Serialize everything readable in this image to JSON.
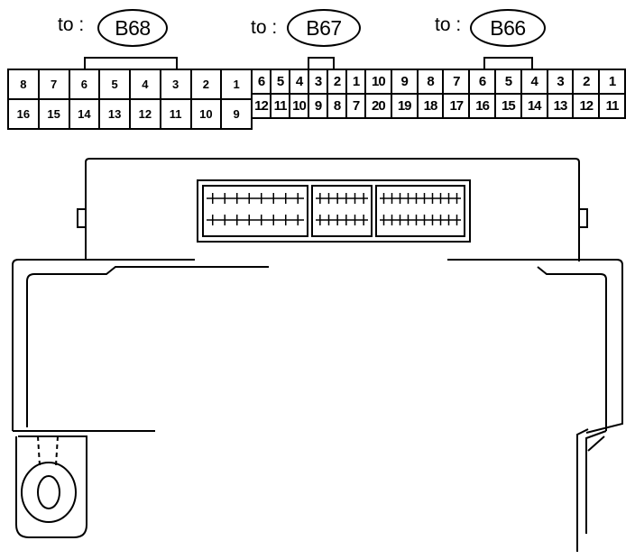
{
  "connectors": [
    {
      "id": "B68",
      "prefix": "to :",
      "label": "B68",
      "top_row": [
        "8",
        "7",
        "6",
        "5",
        "4",
        "3",
        "2",
        "1"
      ],
      "bottom_row": [
        "16",
        "15",
        "14",
        "13",
        "12",
        "11",
        "10",
        "9"
      ]
    },
    {
      "id": "B67",
      "prefix": "to :",
      "label": "B67",
      "top_row": [
        "6",
        "5",
        "4",
        "3",
        "2",
        "1"
      ],
      "bottom_row": [
        "12",
        "11",
        "10",
        "9",
        "8",
        "7"
      ]
    },
    {
      "id": "B66",
      "prefix": "to :",
      "label": "B66",
      "top_row": [
        "10",
        "9",
        "8",
        "7",
        "6",
        "5",
        "4",
        "3",
        "2",
        "1"
      ],
      "bottom_row": [
        "20",
        "19",
        "18",
        "17",
        "16",
        "15",
        "14",
        "13",
        "12",
        "11"
      ]
    }
  ],
  "colors": {
    "line": "#000000",
    "background": "#ffffff"
  }
}
